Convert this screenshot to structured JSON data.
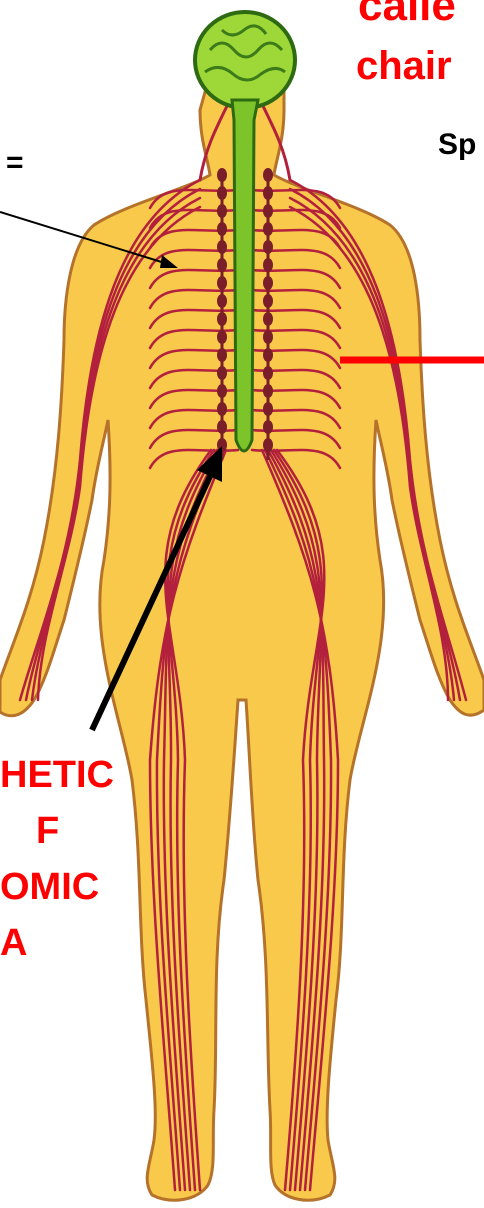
{
  "labels": {
    "top_right_line1": "calle",
    "top_right_line2": "chair",
    "top_right_sub": "Sp",
    "left_equals": "=",
    "left_red_line1": "HETIC",
    "left_red_line2": "F",
    "left_red_line3": "OMIC",
    "left_red_line4": "A"
  },
  "colors": {
    "background": "#ffffff",
    "skin": "#f8c94a",
    "skin_outline": "#b5722a",
    "nerve": "#b3203d",
    "spinal_cord": "#7cc42a",
    "brain": "#9ed838",
    "ganglia": "#7a1f2a",
    "label_red": "#ff0000",
    "arrow": "#000000",
    "marker_line": "#ff0000"
  }
}
